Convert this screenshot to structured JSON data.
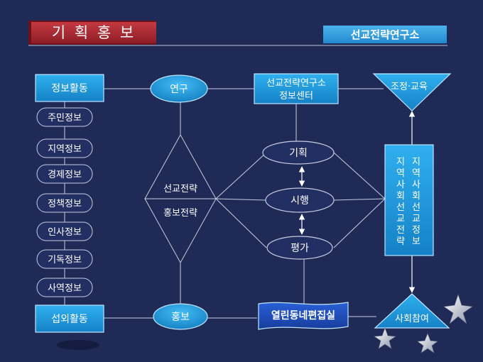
{
  "header": {
    "title": "기 획 홍 보",
    "org_badge": "선교전략연구소"
  },
  "left_column": {
    "top_box": "정보활동",
    "items": [
      "주민정보",
      "지역정보",
      "경제정보",
      "정책정보",
      "인사정보",
      "기독정보",
      "사역정보"
    ],
    "bottom_box": "섭외활동"
  },
  "nodes": {
    "research": "연구",
    "center_line1": "선교전략연구소",
    "center_line2": "정보센터",
    "coordination": "조정·교육",
    "strategy_top": "선교전략",
    "strategy_bottom": "홍보전략",
    "planning": "기획",
    "execution": "시행",
    "evaluation": "평가",
    "pr": "홍보",
    "editing": "열린동네편집실",
    "participation": "사회참여"
  },
  "vertical_box": {
    "col_left": [
      "지",
      "역",
      "사",
      "회",
      "선",
      "교",
      "전",
      "략"
    ],
    "col_right": [
      "지",
      "역",
      "사",
      "회",
      "선",
      "교",
      "정",
      "보"
    ]
  },
  "colors": {
    "background": "#1f2a57",
    "box_fill": "#1a96d8",
    "box_border": "#bfe6ff",
    "line": "#c7cde0",
    "pill_fill": "#232f62",
    "title_bg": "#b02a33",
    "badge_bg": "#2e9bd9"
  }
}
